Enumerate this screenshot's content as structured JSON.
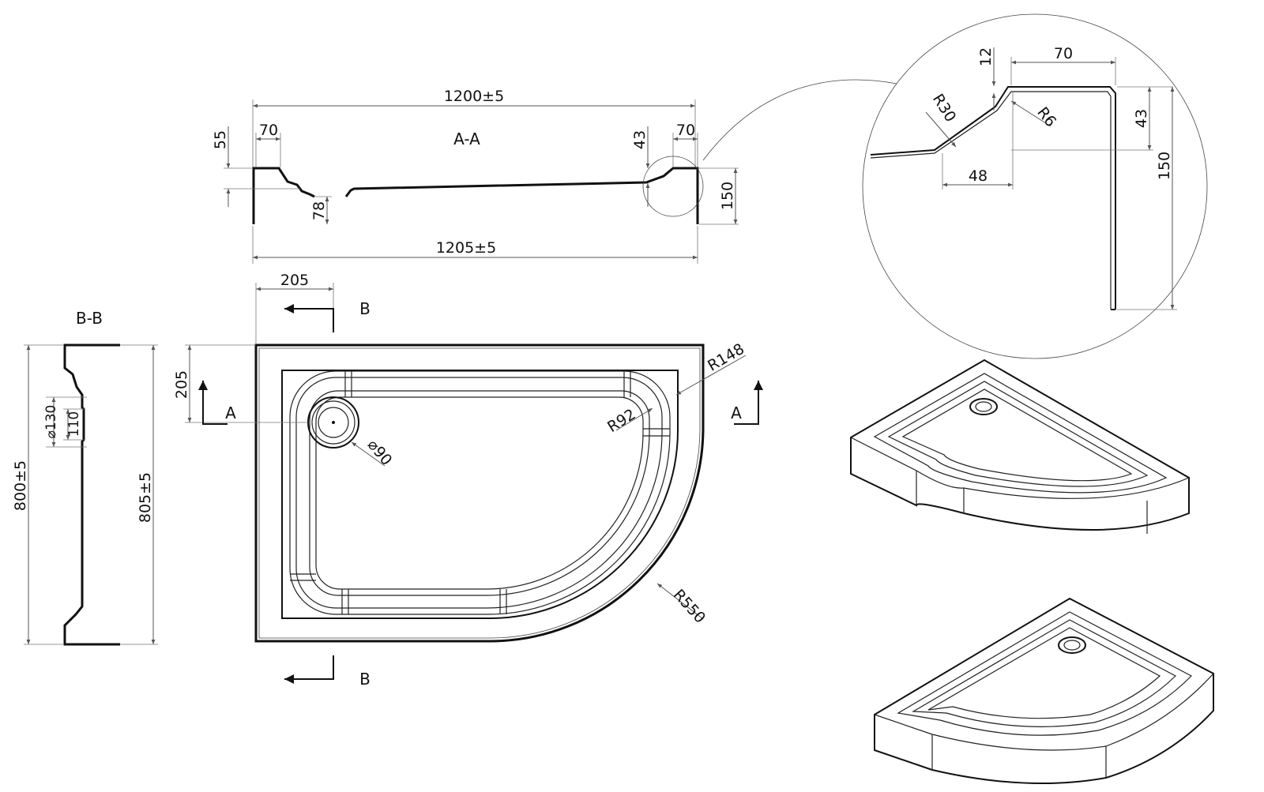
{
  "section_aa": {
    "title": "A-A",
    "overall_top": "1200±5",
    "overall_bottom": "1205±5",
    "left_rim_width": "70",
    "left_rim_height": "55",
    "left_step": "78",
    "right_rim_width": "70",
    "right_rim_depth": "43",
    "height": "150"
  },
  "detail": {
    "top_thickness": "12",
    "rim_width": "70",
    "radius_large": "R30",
    "radius_small": "R6",
    "rim_depth": "43",
    "slope_width": "48",
    "total_height": "150"
  },
  "plan": {
    "offset_x": "205",
    "offset_y": "205",
    "section_b_top": "B",
    "section_b_bottom": "B",
    "section_a_left": "A",
    "section_a_right": "A",
    "corner_radius_outer": "R148",
    "corner_radius_inner": "R92",
    "drain_diameter": "⌀90",
    "arc_radius": "R550"
  },
  "section_bb": {
    "title": "B-B",
    "outer_diameter": "⌀130",
    "inner_size": "110",
    "overall_left": "800±5",
    "overall_right": "805±5"
  }
}
